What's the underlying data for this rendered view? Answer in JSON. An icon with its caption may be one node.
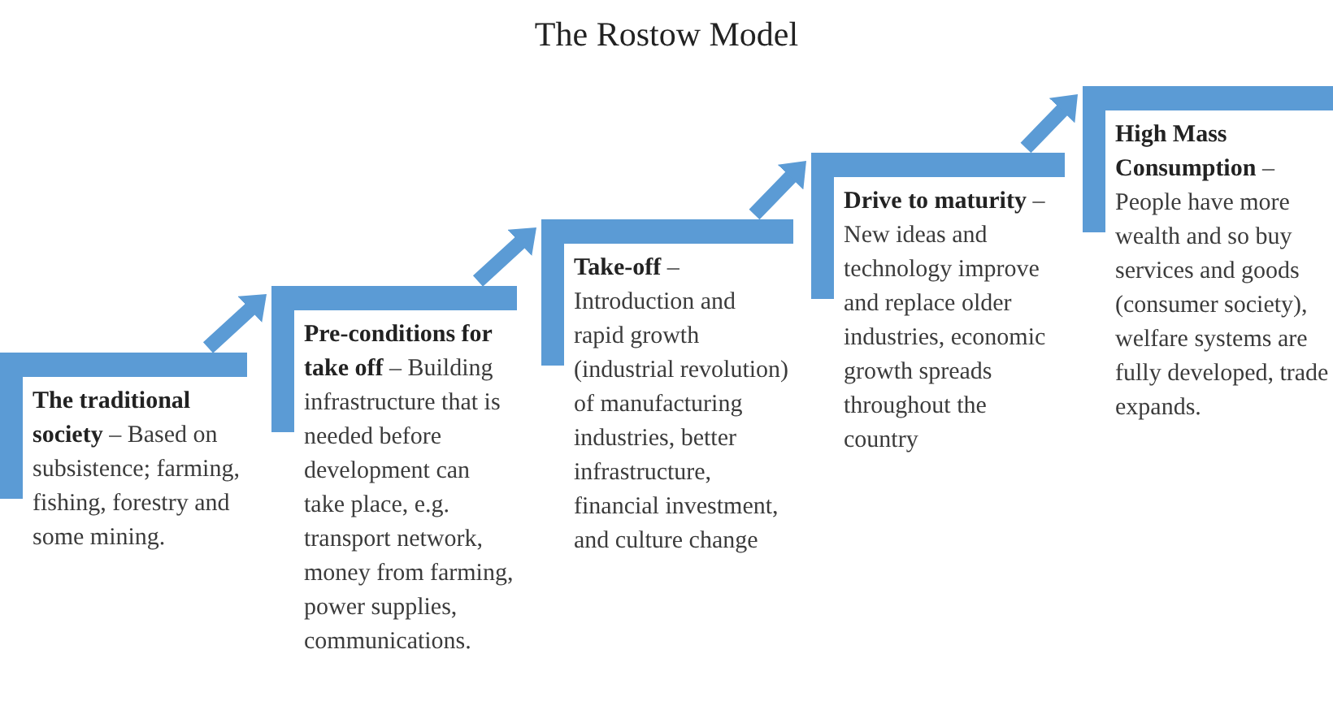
{
  "diagram": {
    "title": "The Rostow Model",
    "nodes": [
      {
        "text": [
          "**The traditional society** – Based on subsistence; farming, fishing, forestry and some mining."
        ]
      },
      {
        "text": [
          "**Pre-conditions for take off** – Building infrastructure that is needed before development can take place, e.g. transport network, money from farming, power supplies, communications."
        ]
      },
      {
        "text": [
          "**Take-off** – Introduction and rapid growth (industrial revolution) of manufacturing industries, better infrastructure, financial investment, and culture change"
        ]
      },
      {
        "text": [
          "**Drive to maturity** – New ideas and technology improve and replace older industries, economic growth spreads throughout the country"
        ]
      },
      {
        "text": [
          "**High Mass Consumption** – People have more wealth and so buy services and goods (consumer society), welfare systems are fully developed, trade expands."
        ]
      }
    ],
    "edges": [
      {
        "from": 0,
        "to": 1,
        "arrow": "to"
      },
      {
        "from": 1,
        "to": 2,
        "arrow": "to"
      },
      {
        "from": 2,
        "to": 3,
        "arrow": "to"
      },
      {
        "from": 3,
        "to": 4,
        "arrow": "to"
      }
    ]
  }
}
